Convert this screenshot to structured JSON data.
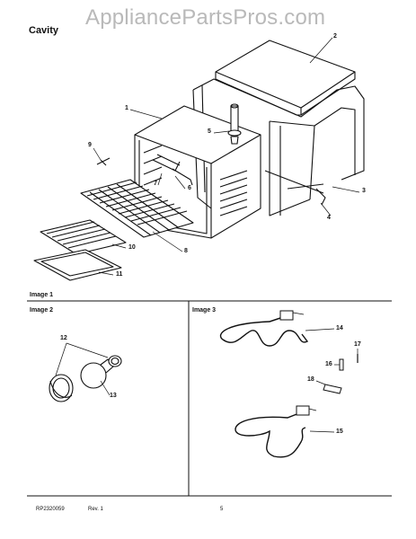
{
  "header": {
    "watermark": "AppliancePartsPros.com",
    "title": "Cavity"
  },
  "sections": {
    "image1_label": "Image 1",
    "image2_label": "Image 2",
    "image3_label": "Image 3"
  },
  "callouts": {
    "image1": [
      "1",
      "2",
      "3",
      "4",
      "5",
      "6",
      "7",
      "8",
      "9",
      "10",
      "11"
    ],
    "image2": [
      "12",
      "13"
    ],
    "image3": [
      "14",
      "15",
      "16",
      "17",
      "18"
    ]
  },
  "footer": {
    "doc_number": "RP2320059",
    "revision": "Rev. 1",
    "page": "5"
  }
}
